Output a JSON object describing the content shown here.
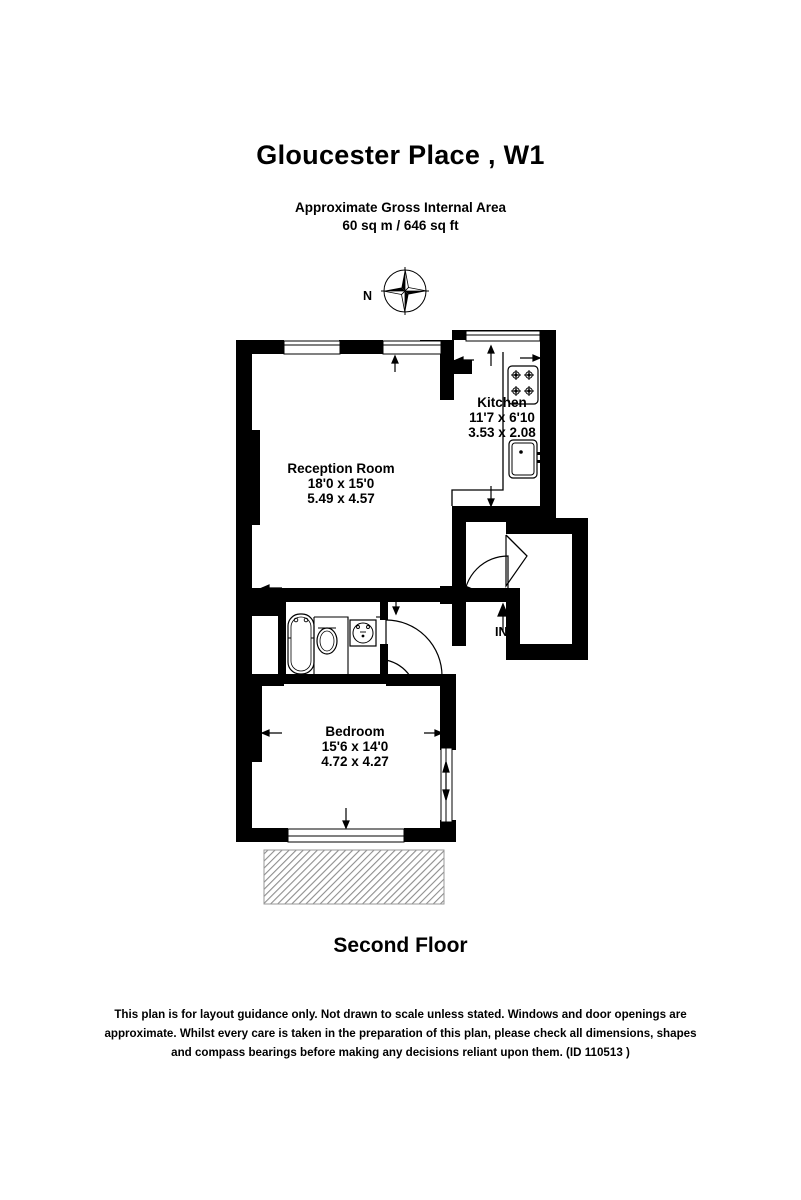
{
  "document": {
    "title": "Gloucester Place , W1",
    "area_heading": "Approximate Gross Internal Area",
    "area_value": "60 sq m / 646 sq ft",
    "floor_label": "Second Floor",
    "disclaimer": "This plan is for layout guidance only. Not drawn to scale unless stated. Windows and door openings are approximate. Whilst every care is taken in the preparation of this plan, please check all dimensions, shapes and compass bearings before making any decisions reliant upon them. (ID 110513 )"
  },
  "compass": {
    "icon": "compass-rose-icon",
    "north_label": "N"
  },
  "rooms": [
    {
      "id": "reception-room",
      "name": "Reception Room",
      "dim_imperial": "18'0 x 15'0",
      "dim_metric": "5.49 x 4.57"
    },
    {
      "id": "kitchen",
      "name": "Kitchen",
      "dim_imperial": "11'7 x 6'10",
      "dim_metric": "3.53 x 2.08"
    },
    {
      "id": "bedroom",
      "name": "Bedroom",
      "dim_imperial": "15'6 x 14'0",
      "dim_metric": "4.72 x 4.27"
    }
  ],
  "entrance": {
    "label": "IN"
  },
  "fixtures": [
    {
      "id": "hob",
      "icon": "stove-hob-icon",
      "room": "kitchen"
    },
    {
      "id": "sink",
      "icon": "kitchen-sink-icon",
      "room": "kitchen"
    },
    {
      "id": "bathtub",
      "icon": "bathtub-icon",
      "room": "bathroom"
    },
    {
      "id": "toilet",
      "icon": "toilet-icon",
      "room": "bathroom"
    },
    {
      "id": "basin",
      "icon": "wash-basin-icon",
      "room": "bathroom"
    }
  ],
  "colors": {
    "wall": "#000000",
    "background": "#ffffff",
    "hatch": "#8d8d8d",
    "fixture_line": "#000000"
  }
}
